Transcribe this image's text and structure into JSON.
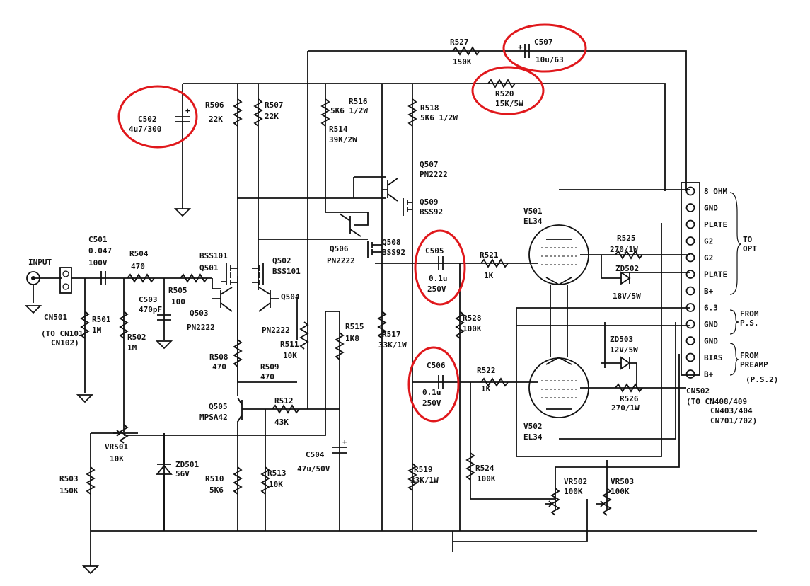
{
  "input": {
    "label": "INPUT",
    "connector": "CN501",
    "note1": "(TO CN101",
    "note2": "CN102)"
  },
  "components": {
    "C501": {
      "ref": "C501",
      "value": "0.047",
      "rating": "100V"
    },
    "C502": {
      "ref": "C502",
      "value": "4u7/300"
    },
    "C503": {
      "ref": "C503",
      "value": "470pF"
    },
    "C504": {
      "ref": "C504",
      "value": "47u/50V"
    },
    "C505": {
      "ref": "C505",
      "value": "0.1u",
      "rating": "250V"
    },
    "C506": {
      "ref": "C506",
      "value": "0.1u",
      "rating": "250V"
    },
    "C507": {
      "ref": "C507",
      "value": "10u/63"
    },
    "R501": {
      "ref": "R501",
      "value": "1M"
    },
    "R502": {
      "ref": "R502",
      "value": "1M"
    },
    "R503": {
      "ref": "R503",
      "value": "150K"
    },
    "R504": {
      "ref": "R504",
      "value": "470"
    },
    "R505": {
      "ref": "R505",
      "value": "100"
    },
    "R506": {
      "ref": "R506",
      "value": "22K"
    },
    "R507": {
      "ref": "R507",
      "value": "22K"
    },
    "R508": {
      "ref": "R508",
      "value": "470"
    },
    "R509": {
      "ref": "R509",
      "value": "470"
    },
    "R510": {
      "ref": "R510",
      "value": "5K6"
    },
    "R511": {
      "ref": "R511",
      "value": "10K"
    },
    "R512": {
      "ref": "R512",
      "value": "43K"
    },
    "R513": {
      "ref": "R513",
      "value": "10K"
    },
    "R514": {
      "ref": "R514",
      "value": "39K/2W"
    },
    "R515": {
      "ref": "R515",
      "value": "1K8"
    },
    "R516": {
      "ref": "R516",
      "value": "5K6 1/2W"
    },
    "R517": {
      "ref": "R517",
      "value": "33K/1W"
    },
    "R518": {
      "ref": "R518",
      "value": "5K6 1/2W"
    },
    "R519": {
      "ref": "R519",
      "value": "33K/1W"
    },
    "R520": {
      "ref": "R520",
      "value": "15K/5W"
    },
    "R521": {
      "ref": "R521",
      "value": "1K"
    },
    "R522": {
      "ref": "R522",
      "value": "1K"
    },
    "R524": {
      "ref": "R524",
      "value": "100K"
    },
    "R525": {
      "ref": "R525",
      "value": "270/1W"
    },
    "R526": {
      "ref": "R526",
      "value": "270/1W"
    },
    "R527": {
      "ref": "R527",
      "value": "150K"
    },
    "R528": {
      "ref": "R528",
      "value": "100K"
    },
    "VR501": {
      "ref": "VR501",
      "value": "10K"
    },
    "VR502": {
      "ref": "VR502",
      "value": "100K"
    },
    "VR503": {
      "ref": "VR503",
      "value": "100K"
    },
    "ZD501": {
      "ref": "ZD501",
      "value": "56V"
    },
    "ZD502": {
      "ref": "ZD502",
      "value": "18V/5W"
    },
    "ZD503": {
      "ref": "ZD503",
      "value": "12V/5W"
    },
    "Q501": {
      "ref": "Q501",
      "part": "BSS101"
    },
    "Q502": {
      "ref": "Q502",
      "part": "BSS101"
    },
    "Q503": {
      "ref": "Q503",
      "part": "PN2222"
    },
    "Q504": {
      "ref": "Q504",
      "part": "PN2222"
    },
    "Q505": {
      "ref": "Q505",
      "part": "MPSA42"
    },
    "Q506": {
      "ref": "Q506",
      "part": "PN2222"
    },
    "Q507": {
      "ref": "Q507",
      "part": "PN2222"
    },
    "Q508": {
      "ref": "Q508",
      "part": "BSS92"
    },
    "Q509": {
      "ref": "Q509",
      "part": "BSS92"
    },
    "V501": {
      "ref": "V501",
      "part": "EL34"
    },
    "V502": {
      "ref": "V502",
      "part": "EL34"
    }
  },
  "cn502": {
    "ref": "CN502",
    "note1": "(TO CN408/409",
    "note2": "CN403/404",
    "note3": "CN701/702)",
    "pins": [
      "8 OHM",
      "GND",
      "PLATE",
      "G2",
      "G2",
      "PLATE",
      "B+",
      "6.3",
      "GND",
      "GND",
      "BIAS",
      "B+"
    ],
    "groups": [
      {
        "line1": "TO",
        "line2": "OPT"
      },
      {
        "line1": "FROM",
        "line2": "P.S."
      },
      {
        "line1": "FROM",
        "line2": "PREAMP",
        "line3": "(P.S.2)"
      }
    ]
  },
  "highlight_color": "#e0181c"
}
